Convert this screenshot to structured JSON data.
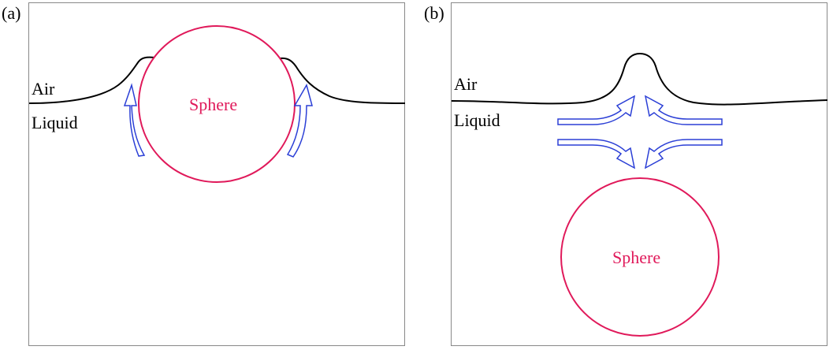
{
  "colors": {
    "sphere": "#e0195a",
    "arrow": "#2b3fd6",
    "surface": "#000000",
    "frame": "#888888"
  },
  "panels": [
    {
      "tag": "(a)",
      "air": "Air",
      "liquid": "Liquid",
      "sphere": "Sphere",
      "flow": "upward-along-sphere"
    },
    {
      "tag": "(b)",
      "air": "Air",
      "liquid": "Liquid",
      "sphere": "Sphere",
      "flow": "converging-toward-surface"
    }
  ]
}
